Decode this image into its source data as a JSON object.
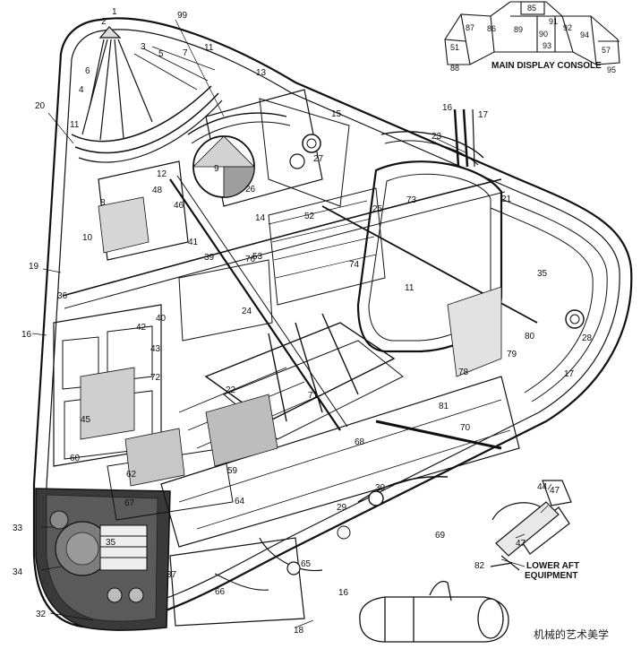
{
  "console": {
    "title": "MAIN DISPLAY CONSOLE",
    "panels": [
      "85",
      "86",
      "87",
      "89",
      "90",
      "91",
      "92",
      "93",
      "94",
      "88",
      "95",
      "51",
      "57"
    ]
  },
  "equipment_label": [
    "LOWER AFT",
    "EQUIPMENT"
  ],
  "watermark": "机械的艺术美学",
  "callouts": {
    "c1": "1",
    "c2": "2",
    "c3": "3",
    "c4": "4",
    "c5": "5",
    "c6": "6",
    "c7": "7",
    "c8": "8",
    "c9": "9",
    "c10": "10",
    "c11": "11",
    "c11b": "11",
    "c11c": "11",
    "c12": "12",
    "c13": "13",
    "c14": "14",
    "c15": "15",
    "c16a": "16",
    "c16b": "16",
    "c16c": "16",
    "c17a": "17",
    "c17b": "17",
    "c18": "18",
    "c19": "19",
    "c20": "20",
    "c21": "21",
    "c22": "22",
    "c23": "23",
    "c24": "24",
    "c25": "25",
    "c26": "26",
    "c27": "27",
    "c28": "28",
    "c29": "29",
    "c30": "30",
    "c32": "32",
    "c33": "33",
    "c34": "34",
    "c35": "35",
    "c35b": "35",
    "c36": "36",
    "c37": "37",
    "c39": "39",
    "c40": "40",
    "c41": "41",
    "c42": "42",
    "c43": "43",
    "c44": "44",
    "c45": "45",
    "c46": "46",
    "c47a": "47",
    "c47b": "47",
    "c48": "48",
    "c52": "52",
    "c53": "53",
    "c59": "59",
    "c60": "60",
    "c62": "62",
    "c64": "64",
    "c65": "65",
    "c66": "66",
    "c67": "67",
    "c68": "68",
    "c69": "69",
    "c70": "70",
    "c71": "71",
    "c72": "72",
    "c73": "73",
    "c74": "74",
    "c76": "76",
    "c78": "78",
    "c79": "79",
    "c80": "80",
    "c81": "81",
    "c82": "82",
    "c99": "99"
  }
}
